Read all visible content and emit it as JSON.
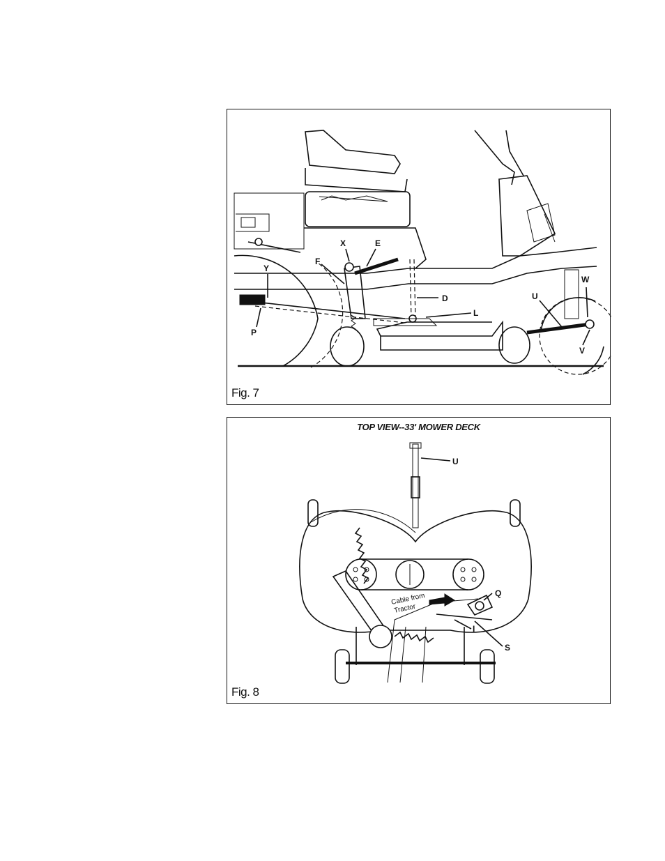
{
  "figures": [
    {
      "caption": "Fig. 7",
      "title": "",
      "labels": {
        "X": "X",
        "E": "E",
        "F": "F",
        "Y": "Y",
        "D": "D",
        "L": "L",
        "P": "P",
        "U": "U",
        "W": "W",
        "V": "V"
      }
    },
    {
      "caption": "Fig. 8",
      "title": "TOP VIEW--33' MOWER DECK",
      "labels": {
        "U": "U",
        "Q": "Q",
        "I": "I",
        "S": "S"
      },
      "note_line1": "Cable from",
      "note_line2": "Tractor"
    }
  ]
}
